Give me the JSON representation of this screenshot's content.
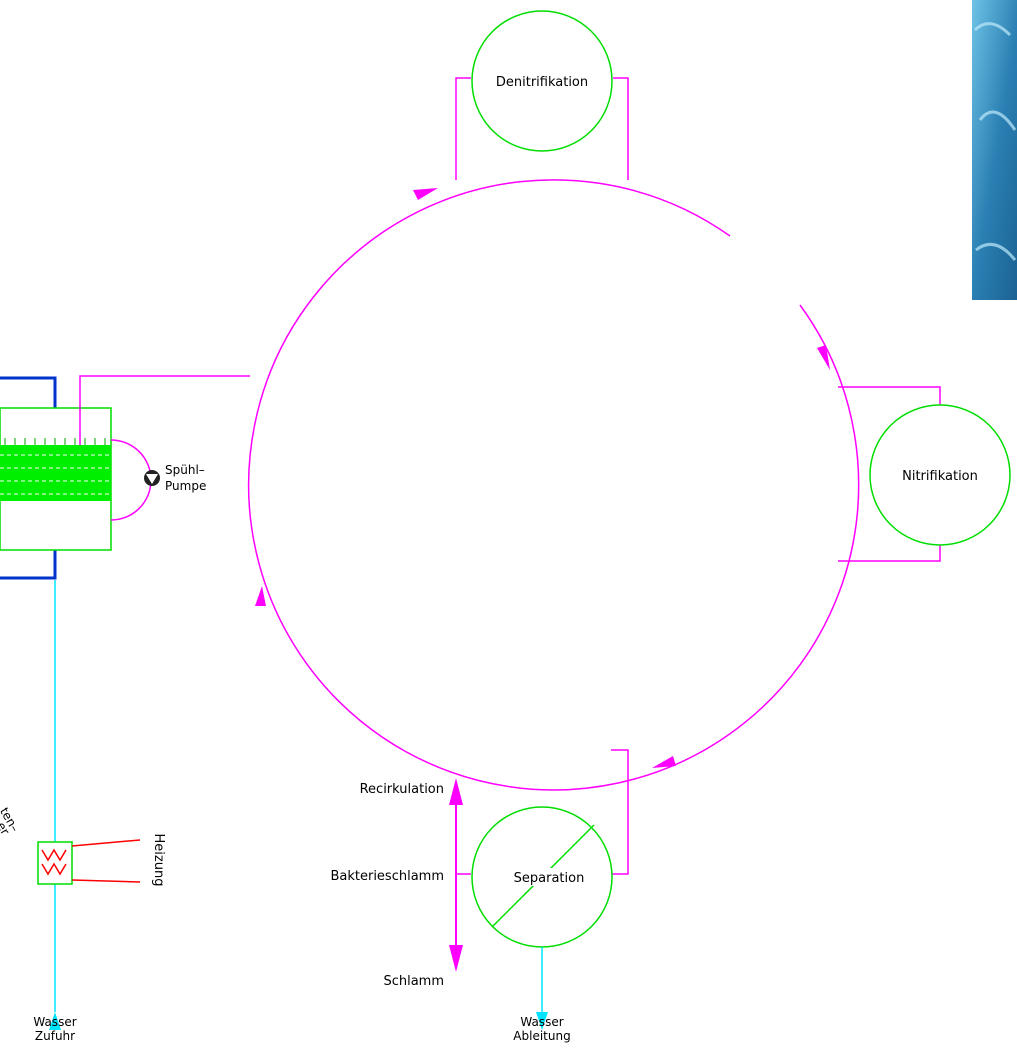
{
  "labels": {
    "denitrifikation": "Denitrifikation",
    "nitrifikation": "Nitrifikation",
    "separation": "Separation",
    "spuehl_pumpe_line1": "Spühl–",
    "spuehl_pumpe_line2": "Pumpe",
    "recirkulation": "Recirkulation",
    "bakterieschlamm": "Bakterieschlamm",
    "schlamm": "Schlamm",
    "heizung": "Heizung",
    "wasser_zufuhr_line1": "Wasser",
    "wasser_zufuhr_line2": "Zufuhr",
    "wasser_ableitung_line1": "Wasser",
    "wasser_ableitung_line2": "Ableitung",
    "cut_label_line1": "ten–",
    "cut_label_line2": "er"
  },
  "colors": {
    "loop": "#ff00ff",
    "unit": "#00dd00",
    "water": "#00e5ff",
    "frame": "#0033cc",
    "heater": "#ff0000",
    "photo_dark": "#1a5f8f",
    "photo_light": "#6ec3e6"
  },
  "icons": {
    "pump": "pump-icon",
    "photo": "water-photo"
  }
}
